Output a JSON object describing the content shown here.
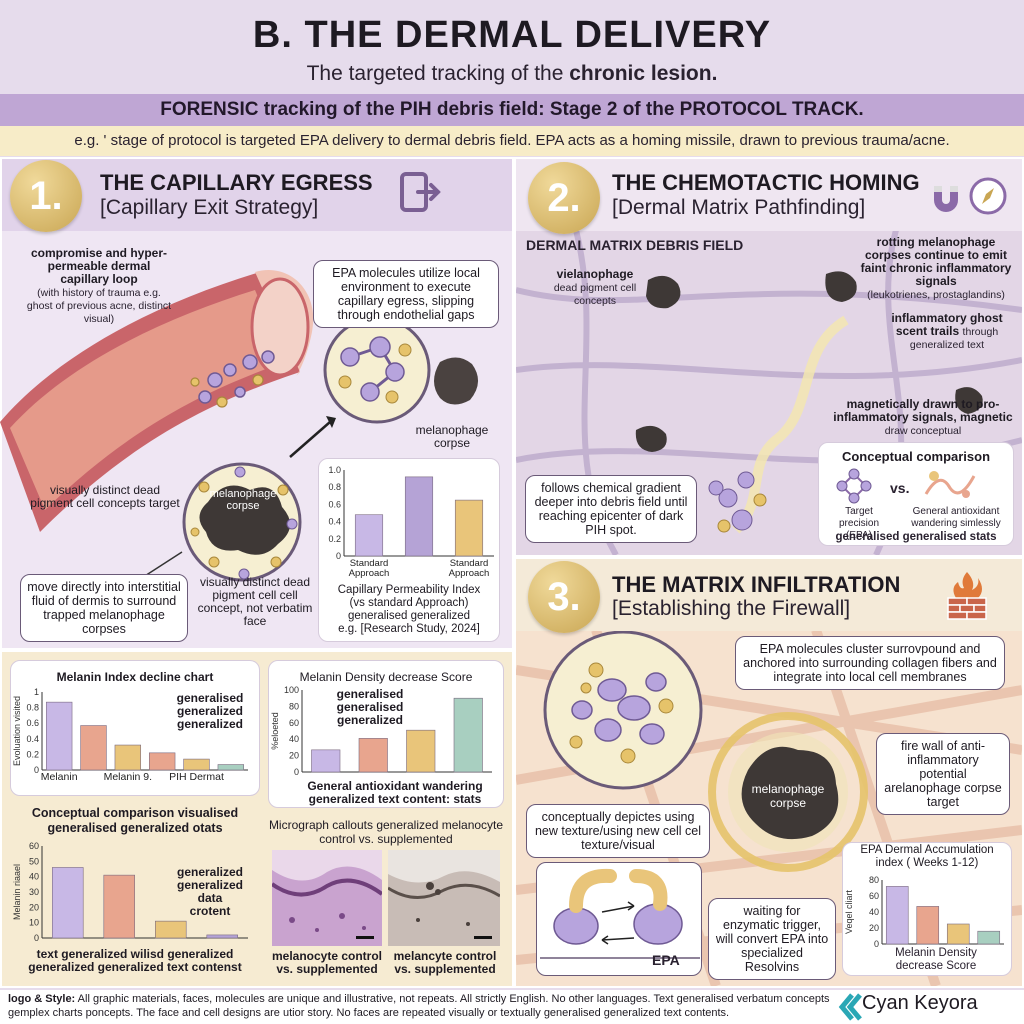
{
  "header": {
    "title": "B. THE DERMAL DELIVERY",
    "subtitle_plain": "The targeted tracking of the ",
    "subtitle_bold": "chronic lesion.",
    "banner": "FORENSIC tracking of the PIH debris field: Stage 2 of the PROTOCOL TRACK.",
    "intro": "e.g. ' stage of protocol is targeted EPA delivery to dermal debris field. EPA acts as a homing missile, drawn to previous trauma/acne."
  },
  "panel1": {
    "number": "1.",
    "heading": "THE CAPILLARY EGRESS",
    "subheading": "[Capillary Exit Strategy]",
    "icon": "exit-door-icon",
    "note_top_bold": "compromise and hyper-permeable dermal capillary loop",
    "note_top_plain": "(with history of trauma e.g. ghost of previous acne, distinct visual)",
    "box_epa": "EPA molecules utilize local environment to execute capillary egress, slipping through endothelial gaps",
    "label_corpse_small": "melanophage corpse",
    "note_left": "visually distinct dead pigment cell concepts target",
    "label_corpse_center": "melanophage corpse",
    "box_move": "move directly into interstitial fluid of dermis to surround trapped melanophage corpses",
    "note_bottom": "visually distinct dead pigment cell cell concept, not verbatim face",
    "chart_caption": "Capillary Permeability Index",
    "chart_caption2": "(vs standard Approach)",
    "chart_caption3": "generalised generalized",
    "chart_caption4": "e.g. [Research Study, 2024]"
  },
  "panel2": {
    "number": "2.",
    "heading": "THE CHEMOTACTIC HOMING",
    "subheading": "[Dermal Matrix Pathfinding]",
    "icons": [
      "magnet-icon",
      "compass-icon"
    ],
    "field_label": "DERMAL MATRIX DEBRIS FIELD",
    "vielanophage_bold": "vielanophage",
    "vielanophage_plain": "dead pigment cell concepts",
    "rotting_bold": "rotting melanophage corpses continue to emit faint chronic inflammatory signals",
    "rotting_plain": "(leukotrienes, prostaglandins)",
    "ghost_bold": "inflammatory ghost scent trails",
    "ghost_plain": "through generalized text",
    "magnet_bold": "magnetically drawn to pro-inflammatory signals, magnetic",
    "magnet_plain": "draw conceptual",
    "box_follow": "follows chemical gradient deeper into debris field until reaching epicenter of dark PIH spot.",
    "comp_title": "Conceptual comparison",
    "comp_vs": "vs.",
    "comp_left": "Target precision (EPA)",
    "comp_right": "General antioxidant wandering simlessly",
    "comp_bottom": "generalised generalised stats"
  },
  "panel3": {
    "number": "3.",
    "heading": "THE MATRIX INFILTRATION",
    "subheading": "[Establishing the Firewall]",
    "icon": "firewall-icon",
    "box_cluster": "EPA molecules cluster surrovpound and anchored into surrounding collagen fibers and integrate into local cell membranes",
    "box_firewall": "fire wall of anti-inflammatory potential arelanophage corpse target",
    "label_corpse": "melanophage corpse",
    "box_texture": "conceptually depictes using new texture/using new cell cel texture/visual",
    "box_waiting": "waiting for enzymatic trigger, will convert EPA into specialized Resolvins",
    "epa_label": "EPA"
  },
  "bottom_left": {
    "chart1_title": "Melanin Index decline chart",
    "chart1_legend": [
      "generalised",
      "generalized",
      "generalized"
    ],
    "chart2_title": "Melanin Density decrease Score",
    "chart2_legend": [
      "generalised",
      "generalised",
      "generalized"
    ],
    "chart2_caption": "General antioxidant wandering generalized text content: stats",
    "chart3_title": "Conceptual comparison visualised generalised generalized otats",
    "chart3_legend": [
      "generalized",
      "generalized",
      "data",
      "crotent"
    ],
    "chart3_caption": "text generalized wilisd generalized generalized generalized text contenst",
    "micro_title": "Micrograph callouts generalized melanocyte control vs. supplemented",
    "micro_left": "melanocyte control vs. supplemented",
    "micro_right": "melancyte control vs. supplemented"
  },
  "chart_data": [
    {
      "type": "bar",
      "title": "",
      "categories": [
        "Standard Approach",
        "",
        "Standard Approach"
      ],
      "values": [
        0.48,
        0.92,
        0.65
      ],
      "ylim": [
        0,
        1.0
      ],
      "yticks": [
        "0",
        "0.2",
        "0.4",
        "0.6",
        "0.8",
        "1.0"
      ],
      "colors": [
        "#c8b8e6",
        "#b5a3d6",
        "#e9c57a"
      ]
    },
    {
      "type": "bar",
      "title": "Melanin Index decline chart",
      "ylabel": "Evoluation visited",
      "categories": [
        "Melanin",
        "",
        "Melanin 9.",
        "",
        "PIH Dermat",
        ""
      ],
      "values": [
        0.87,
        0.57,
        0.32,
        0.22,
        0.14,
        0.07
      ],
      "ylim": [
        0,
        1.0
      ],
      "yticks": [
        "0",
        "0.2",
        "0.4",
        "0.6",
        "0.8",
        "1"
      ],
      "colors": [
        "#c8b8e6",
        "#e8a58e",
        "#e9c57a",
        "#e8a58e",
        "#e9c57a",
        "#a8cfc0"
      ]
    },
    {
      "type": "bar",
      "title": "Melanin Density decrease Score",
      "ylabel": "%eloeted",
      "categories": [
        "",
        "",
        "",
        ""
      ],
      "values": [
        27,
        41,
        51,
        90
      ],
      "ylim": [
        0,
        100
      ],
      "yticks": [
        "0",
        "20",
        "40",
        "60",
        "80",
        "100"
      ],
      "colors": [
        "#c8b8e6",
        "#e8a58e",
        "#e9c57a",
        "#a8cfc0"
      ]
    },
    {
      "type": "bar",
      "title": "Conceptual comparison visualised generalised generalized otats",
      "ylabel": "Melanin riaael",
      "categories": [
        "",
        "",
        "",
        ""
      ],
      "values": [
        46,
        41,
        11,
        2
      ],
      "ylim": [
        0,
        60
      ],
      "yticks": [
        "0",
        "10",
        "20",
        "30",
        "40",
        "50",
        "60"
      ],
      "colors": [
        "#c8b8e6",
        "#e8a58e",
        "#e9c57a",
        "#b5a3d6"
      ]
    },
    {
      "type": "bar",
      "title": "EPA Dermal Accumulation index ( Weeks 1-12)",
      "ylabel": "Veqel cliart",
      "xlabel": "Melanin Density decrease Score",
      "categories": [
        "",
        "",
        "",
        ""
      ],
      "values": [
        72,
        47,
        25,
        16
      ],
      "ylim": [
        0,
        80
      ],
      "yticks": [
        "0",
        "20",
        "40",
        "60",
        "80"
      ],
      "colors": [
        "#c8b8e6",
        "#e8a58e",
        "#e9c57a",
        "#a8cfc0"
      ]
    }
  ],
  "footer": {
    "bold": "logo & Style:",
    "text": " All graphic materials, faces, molecules are unique and illustrative, not repeats. All strictly English. No other languages. Text generalised verbatum concepts gemplex charts poncepts. The face and cell designs are utior story. No faces are repeated visually or textually generalised generalized text contents.",
    "brand": "Cyan Keyora"
  }
}
